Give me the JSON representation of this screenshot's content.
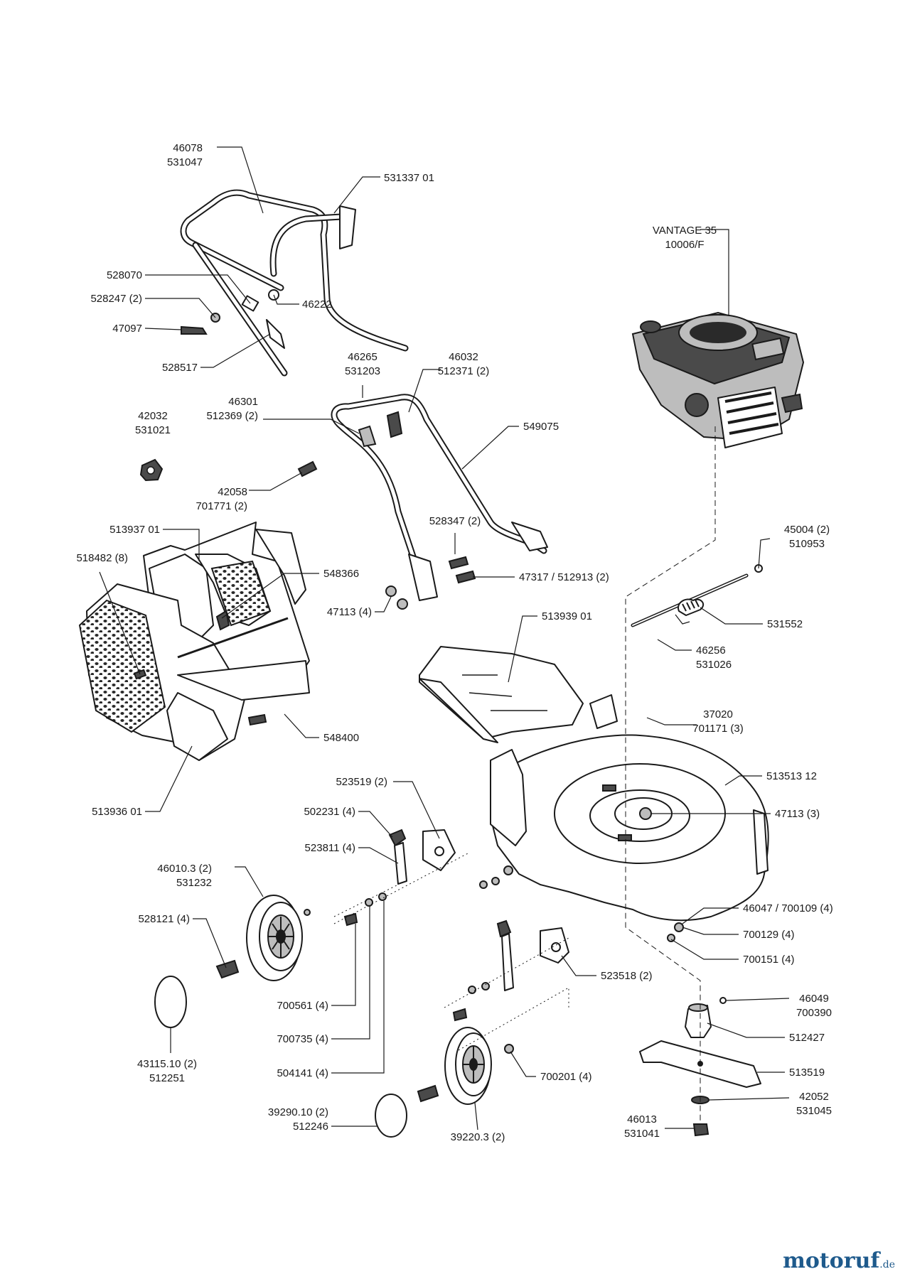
{
  "labels": [
    {
      "id": "handle-upper-part",
      "lines": [
        "46078",
        "531047"
      ]
    },
    {
      "id": "control-cable",
      "lines": [
        "531337 01"
      ]
    },
    {
      "id": "clamp-bracket",
      "lines": [
        "528070"
      ]
    },
    {
      "id": "washer-upper",
      "lines": [
        "528247 (2)"
      ]
    },
    {
      "id": "nut-upper",
      "lines": [
        "46222"
      ]
    },
    {
      "id": "knob-upper",
      "lines": [
        "47097"
      ]
    },
    {
      "id": "cable-clip",
      "lines": [
        "528517"
      ]
    },
    {
      "id": "handle-knob-small",
      "lines": [
        "46265",
        "531203"
      ]
    },
    {
      "id": "handle-lever",
      "lines": [
        "46032",
        "512371 (2)"
      ]
    },
    {
      "id": "handle-bolt-set",
      "lines": [
        "46301",
        "512369 (2)"
      ]
    },
    {
      "id": "handle-lower-part",
      "lines": [
        "549075"
      ]
    },
    {
      "id": "cord-clip",
      "lines": [
        "42032",
        "531021"
      ]
    },
    {
      "id": "bolt-lower",
      "lines": [
        "42058",
        "701771 (2)"
      ]
    },
    {
      "id": "screw-pair",
      "lines": [
        "528347 (2)"
      ]
    },
    {
      "id": "bolt-handle-mount",
      "lines": [
        "47317 / 512913 (2)"
      ]
    },
    {
      "id": "nut-handle-mount",
      "lines": [
        "47113 (4)"
      ]
    },
    {
      "id": "engine",
      "lines": [
        "VANTAGE 35",
        "10006/F"
      ]
    },
    {
      "id": "spring-nut",
      "lines": [
        "45004 (2)",
        "510953"
      ]
    },
    {
      "id": "spring",
      "lines": [
        "531552"
      ]
    },
    {
      "id": "rear-rod",
      "lines": [
        "46256",
        "531026"
      ]
    },
    {
      "id": "grass-bag-top",
      "lines": [
        "513937 01"
      ]
    },
    {
      "id": "bag-rivets",
      "lines": [
        "518482 (8)"
      ]
    },
    {
      "id": "bag-frame-upper",
      "lines": [
        "548366"
      ]
    },
    {
      "id": "bag-frame-lower",
      "lines": [
        "548400"
      ]
    },
    {
      "id": "grass-bag-bottom",
      "lines": [
        "513936 01"
      ]
    },
    {
      "id": "rear-flap",
      "lines": [
        "513939 01"
      ]
    },
    {
      "id": "engine-bolt",
      "lines": [
        "37020",
        "701171 (3)"
      ]
    },
    {
      "id": "deck",
      "lines": [
        "513513 12"
      ]
    },
    {
      "id": "deck-nut",
      "lines": [
        "47113 (3)"
      ]
    },
    {
      "id": "height-spring",
      "lines": [
        "523519 (2)"
      ]
    },
    {
      "id": "height-lever-upper",
      "lines": [
        "502231 (4)"
      ]
    },
    {
      "id": "height-lever-lower",
      "lines": [
        "523811 (4)"
      ]
    },
    {
      "id": "wheel-rear",
      "lines": [
        "46010.3 (2)",
        "531232"
      ]
    },
    {
      "id": "wheel-bolt-rear",
      "lines": [
        "528121 (4)"
      ]
    },
    {
      "id": "hub-cap-rear",
      "lines": [
        "43115.10 (2)",
        "512251"
      ]
    },
    {
      "id": "screw-700561",
      "lines": [
        "700561 (4)"
      ]
    },
    {
      "id": "washer-700735",
      "lines": [
        "700735 (4)"
      ]
    },
    {
      "id": "washer-504141",
      "lines": [
        "504141 (4)"
      ]
    },
    {
      "id": "hub-cap-front",
      "lines": [
        "39290.10 (2)",
        "512246"
      ]
    },
    {
      "id": "wheel-front",
      "lines": [
        "39220.3 (2)"
      ]
    },
    {
      "id": "washer-700201",
      "lines": [
        "700201 (4)"
      ]
    },
    {
      "id": "height-bracket-front",
      "lines": [
        "523518 (2)"
      ]
    },
    {
      "id": "deck-nut-side",
      "lines": [
        "46047 / 700109 (4)"
      ]
    },
    {
      "id": "washer-700129",
      "lines": [
        "700129 (4)"
      ]
    },
    {
      "id": "washer-700151",
      "lines": [
        "700151 (4)"
      ]
    },
    {
      "id": "key",
      "lines": [
        "46049",
        "700390"
      ]
    },
    {
      "id": "blade-adapter",
      "lines": [
        "512427"
      ]
    },
    {
      "id": "blade",
      "lines": [
        "513519"
      ]
    },
    {
      "id": "blade-washer",
      "lines": [
        "42052",
        "531045"
      ]
    },
    {
      "id": "blade-bolt",
      "lines": [
        "46013",
        "531041"
      ]
    }
  ],
  "watermark": {
    "main": "motoruf",
    "tld": ".de",
    "color_main": "#1e5a8c",
    "color_accent": "#e08a1e"
  }
}
